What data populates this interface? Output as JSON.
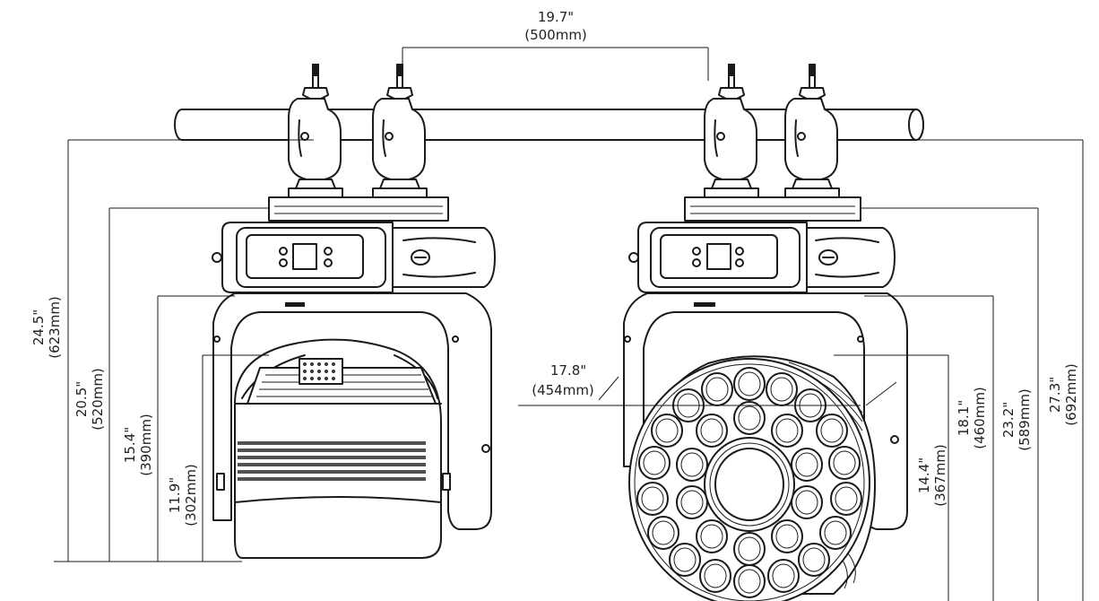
{
  "dimensions": {
    "rig_width": {
      "imperial": "19.7\"",
      "metric": "(500mm)"
    },
    "clamp_top_height": {
      "imperial": "24.5\"",
      "metric": "(623mm)"
    },
    "base_top_height": {
      "imperial": "20.5\"",
      "metric": "(520mm)"
    },
    "yoke_top_height": {
      "imperial": "15.4\"",
      "metric": "(390mm)"
    },
    "tilt_axis_height": {
      "imperial": "11.9\"",
      "metric": "(302mm)"
    },
    "head_width": {
      "imperial": "17.8\"",
      "metric": "(454mm)"
    },
    "front_tilt_axis": {
      "imperial": "14.4\"",
      "metric": "(367mm)"
    },
    "front_yoke_top": {
      "imperial": "18.1\"",
      "metric": "(460mm)"
    },
    "front_base_top": {
      "imperial": "23.2\"",
      "metric": "(589mm)"
    },
    "front_clamp_top": {
      "imperial": "27.3\"",
      "metric": "(692mm)"
    }
  }
}
